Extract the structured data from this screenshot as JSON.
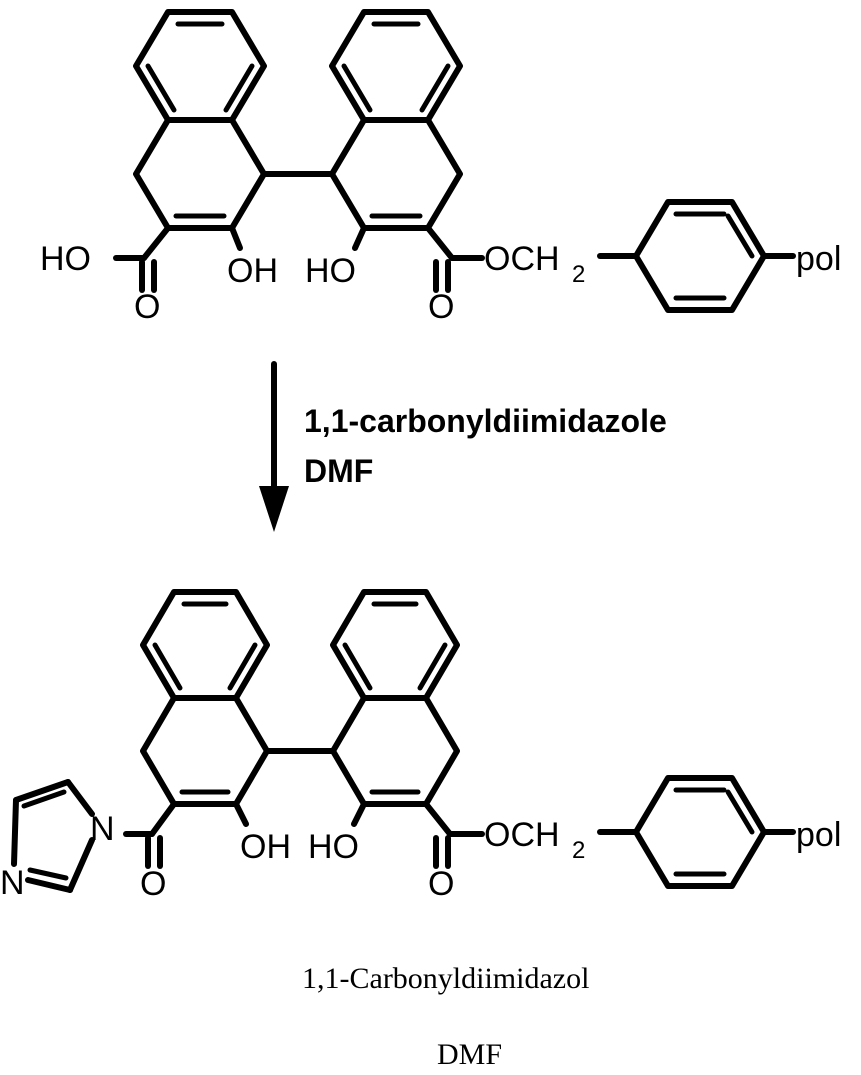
{
  "atoms": {
    "ho": "HO",
    "oh": "OH",
    "o": "O",
    "och": "OCH",
    "sub2": "2",
    "pol": "pol",
    "n": "N"
  },
  "reaction": {
    "reagent": "1,1-carbonyldiimidazole",
    "solvent": "DMF"
  },
  "caption": {
    "line1": "1,1-Carbonyldiimidazol",
    "line2": "DMF"
  }
}
